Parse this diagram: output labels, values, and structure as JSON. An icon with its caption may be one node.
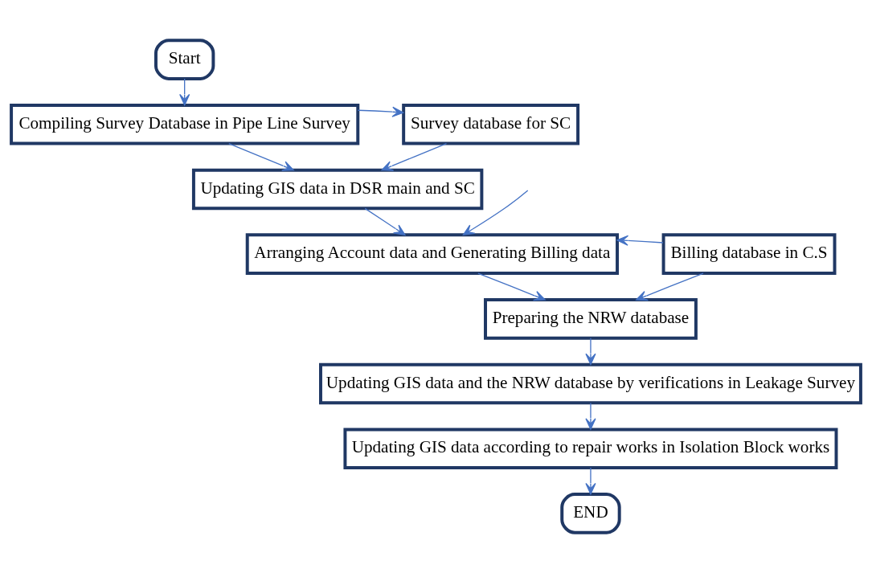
{
  "diagram": {
    "nodes": [
      {
        "text": [
          "Start"
        ]
      },
      {
        "text": [
          "Compiling Survey Database in Pipe Line Survey"
        ]
      },
      {
        "text": [
          "Survey database for SC"
        ]
      },
      {
        "text": [
          "Updating GIS data in DSR main and SC"
        ]
      },
      {
        "text": [
          "Arranging Account data and Generating Billing data"
        ]
      },
      {
        "text": [
          "Billing database in C.S"
        ]
      },
      {
        "text": [
          "Preparing the NRW database"
        ]
      },
      {
        "text": [
          "Updating GIS data and the NRW database by verifications in Leakage Survey"
        ]
      },
      {
        "text": [
          "Updating GIS data according to repair works in Isolation Block works"
        ]
      },
      {
        "text": [
          "END"
        ]
      }
    ],
    "edges": [
      {
        "from": 0,
        "to": 1,
        "arrow": "to"
      },
      {
        "from": 1,
        "to": 2,
        "arrow": "to"
      },
      {
        "from": 1,
        "to": 3,
        "arrow": "to"
      },
      {
        "from": 2,
        "to": 3,
        "arrow": "to"
      },
      {
        "from": 3,
        "to": 4,
        "arrow": "to"
      },
      {
        "from": null,
        "to": 4,
        "arrow": "to"
      },
      {
        "from": 5,
        "to": 4,
        "arrow": "to"
      },
      {
        "from": 4,
        "to": 6,
        "arrow": "to"
      },
      {
        "from": 5,
        "to": 6,
        "arrow": "to"
      },
      {
        "from": 6,
        "to": 7,
        "arrow": "to"
      },
      {
        "from": 7,
        "to": 8,
        "arrow": "to"
      },
      {
        "from": 8,
        "to": 9,
        "arrow": "to"
      }
    ]
  }
}
